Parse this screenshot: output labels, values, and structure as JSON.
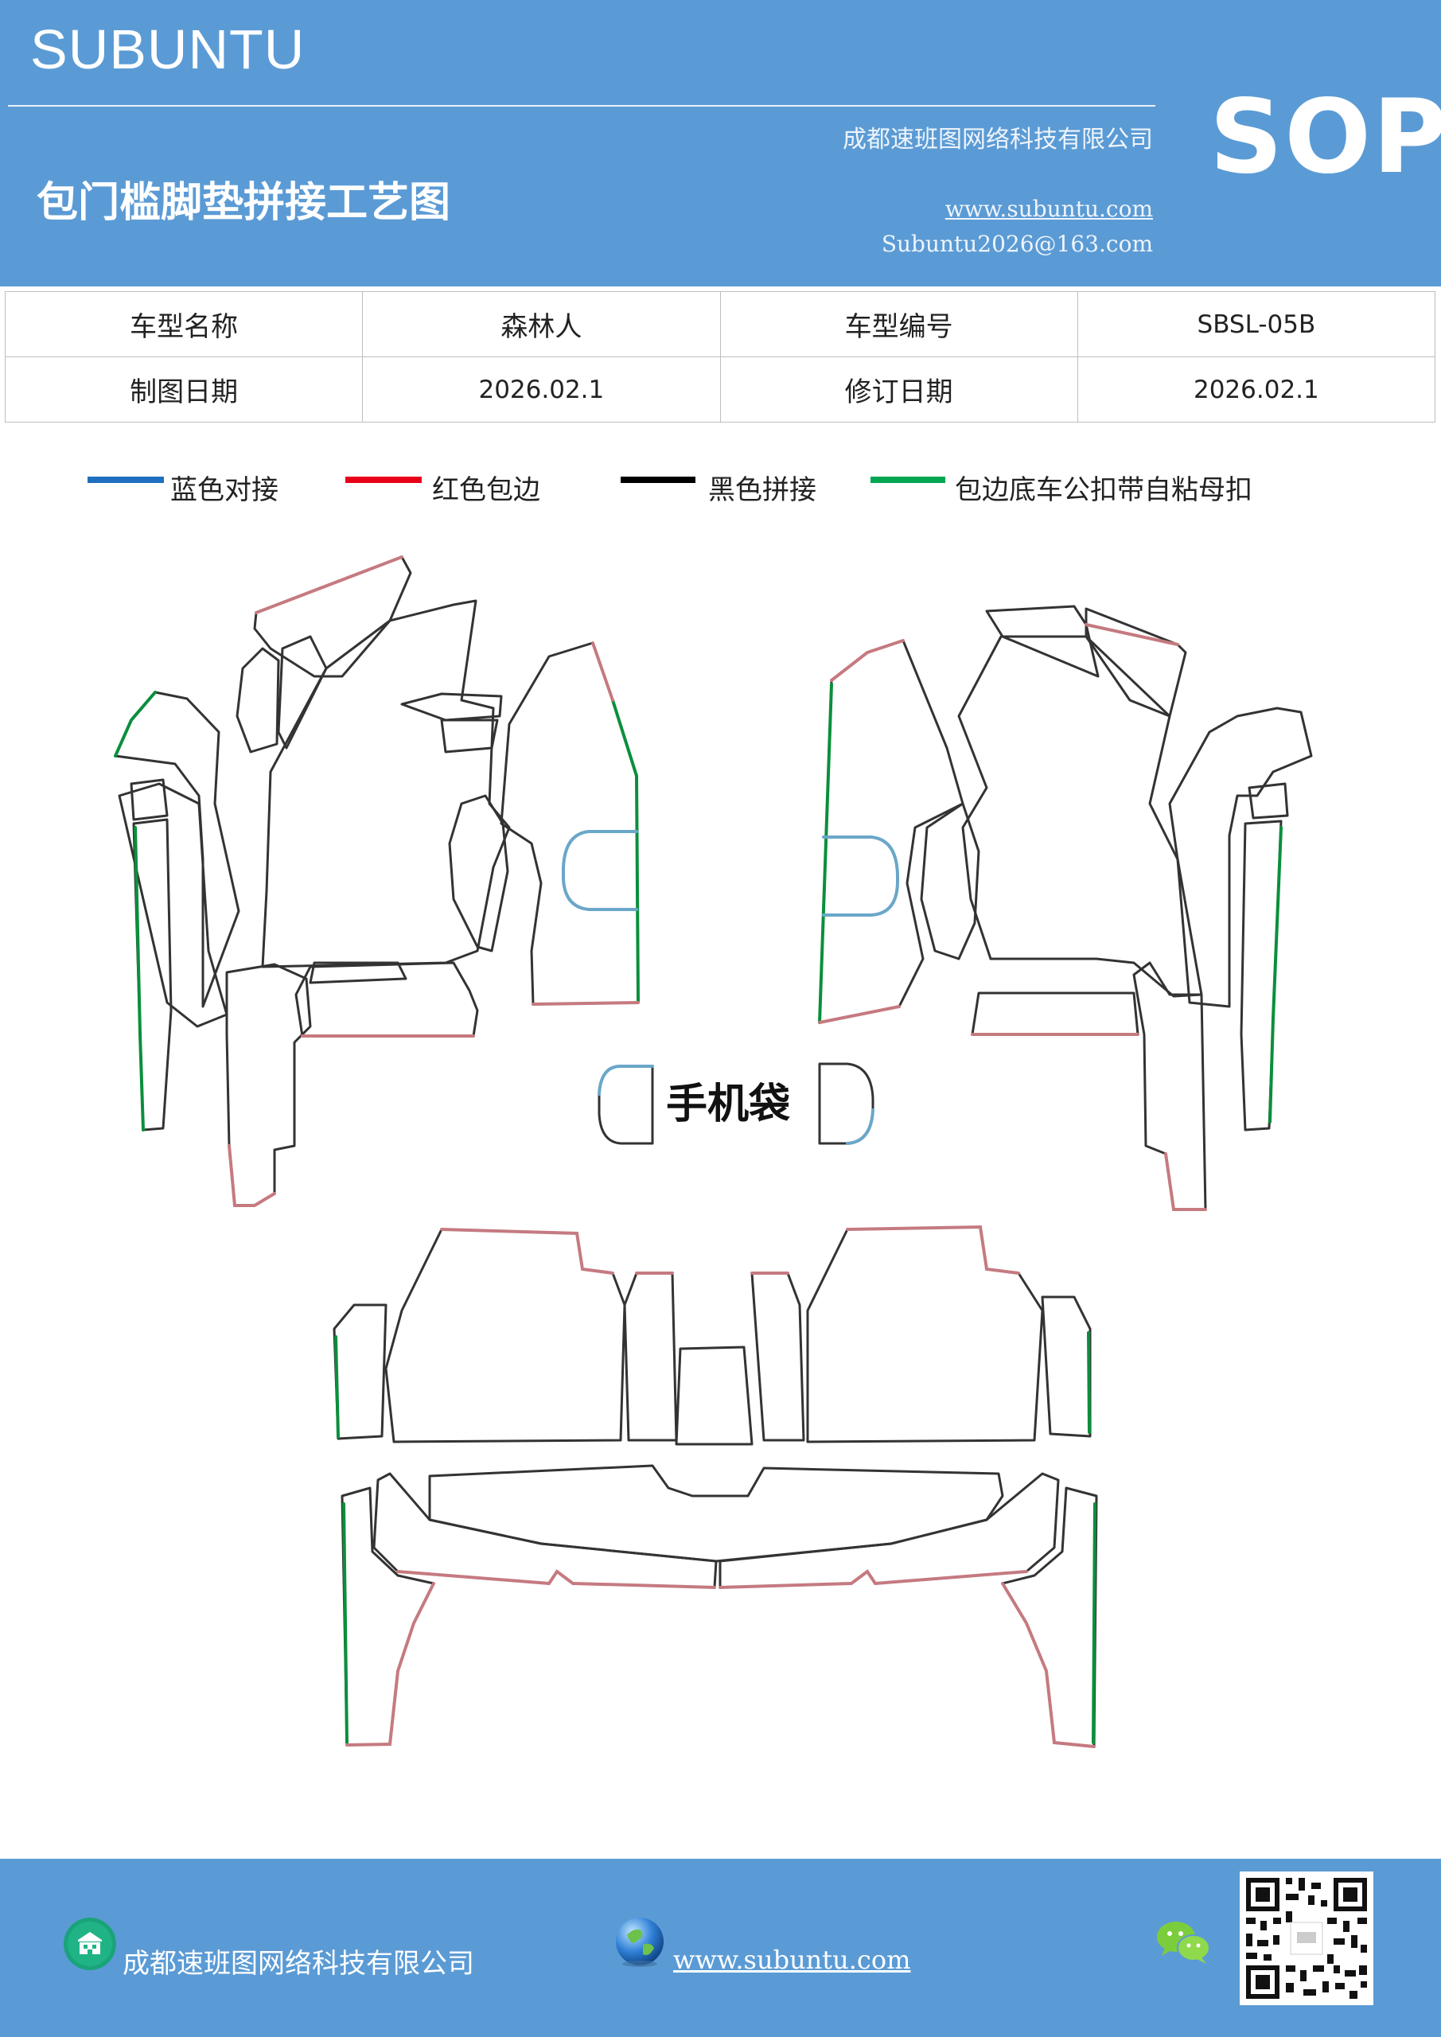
{
  "header": {
    "brand": "SUBUNTU",
    "company": "成都速班图网络科技有限公司",
    "title": "包门槛脚垫拼接工艺图",
    "website": "www.subuntu.com",
    "email": "Subuntu2026@163.com",
    "badge": "SOP"
  },
  "info": {
    "model_name_label": "车型名称",
    "model_name": "森林人",
    "model_code_label": "车型编号",
    "model_code": "SBSL-05B",
    "draw_date_label": "制图日期",
    "draw_date": "2026.02.1",
    "revise_date_label": "修订日期",
    "revise_date": "2026.02.1"
  },
  "legend": [
    {
      "label": "蓝色对接",
      "color": "#1f6fbf"
    },
    {
      "label": "红色包边",
      "color": "#e8001a"
    },
    {
      "label": "黑色拼接",
      "color": "#000000"
    },
    {
      "label": "包边底车公扣带自粘母扣",
      "color": "#00a651"
    }
  ],
  "diagram": {
    "center_label": "手机袋",
    "colors": {
      "outline": "#333333",
      "edge": "#c57a80",
      "green": "#0a8f3c",
      "blue": "#6aa7c9"
    }
  },
  "footer": {
    "company": "成都速班图网络科技有限公司",
    "website": "www.subuntu.com",
    "icons": [
      "building-icon",
      "globe-icon",
      "wechat-icon",
      "qr-code"
    ]
  }
}
